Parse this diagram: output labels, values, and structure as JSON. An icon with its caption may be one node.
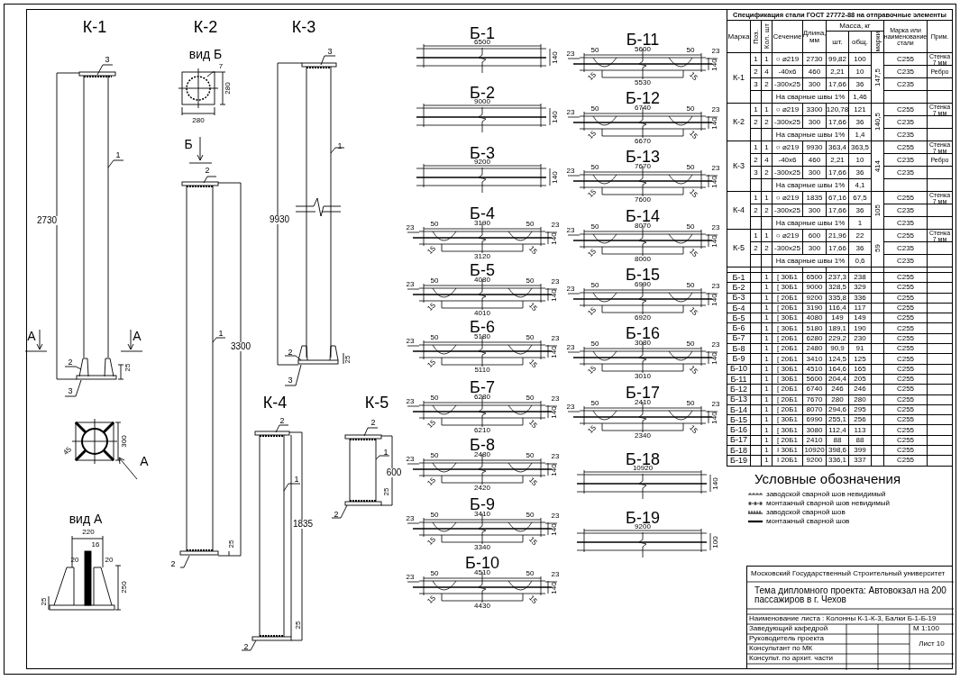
{
  "diagram": {
    "nodes": [
      {
        "text": [
          "Б-1",
          "6500",
          "140"
        ]
      },
      {
        "text": [
          "Б-2",
          "9000",
          "140"
        ]
      },
      {
        "text": [
          "Б-3",
          "9200",
          "140"
        ]
      },
      {
        "text": [
          "Б-4",
          "50",
          "3190",
          "50",
          "23",
          "23",
          "140",
          "15",
          "15",
          "3120"
        ]
      },
      {
        "text": [
          "Б-5",
          "50",
          "4080",
          "50",
          "23",
          "23",
          "140",
          "15",
          "15",
          "4010"
        ]
      },
      {
        "text": [
          "Б-6",
          "50",
          "5180",
          "50",
          "23",
          "23",
          "140",
          "15",
          "15",
          "5110"
        ]
      },
      {
        "text": [
          "Б-7",
          "50",
          "6280",
          "50",
          "23",
          "23",
          "140",
          "15",
          "15",
          "6210"
        ]
      },
      {
        "text": [
          "Б-8",
          "50",
          "2480",
          "50",
          "23",
          "23",
          "140",
          "15",
          "15",
          "2420"
        ]
      },
      {
        "text": [
          "Б-9",
          "50",
          "3410",
          "50",
          "23",
          "23",
          "140",
          "15",
          "15",
          "3340"
        ]
      },
      {
        "text": [
          "Б-10",
          "50",
          "4510",
          "50",
          "23",
          "23",
          "140",
          "15",
          "15",
          "4430"
        ]
      },
      {
        "text": [
          "Б-11",
          "50",
          "5600",
          "50",
          "23",
          "23",
          "140",
          "15",
          "15",
          "5530"
        ]
      },
      {
        "text": [
          "Б-12",
          "50",
          "6740",
          "50",
          "23",
          "23",
          "140",
          "15",
          "15",
          "6670"
        ]
      },
      {
        "text": [
          "Б-13",
          "50",
          "7670",
          "50",
          "23",
          "23",
          "140",
          "15",
          "15",
          "7600"
        ]
      },
      {
        "text": [
          "Б-14",
          "50",
          "8070",
          "50",
          "23",
          "23",
          "140",
          "15",
          "15",
          "8000"
        ]
      },
      {
        "text": [
          "Б-15",
          "50",
          "6990",
          "50",
          "23",
          "23",
          "140",
          "15",
          "15",
          "6920"
        ]
      },
      {
        "text": [
          "Б-16",
          "50",
          "3080",
          "50",
          "23",
          "23",
          "140",
          "15",
          "15",
          "3010"
        ]
      },
      {
        "text": [
          "Б-17",
          "50",
          "2410",
          "50",
          "23",
          "23",
          "140",
          "15",
          "15",
          "2340"
        ]
      },
      {
        "text": [
          "Б-18",
          "10920",
          "140"
        ]
      },
      {
        "text": [
          "Б-19",
          "9200",
          "100"
        ]
      }
    ],
    "labels": [
      "К-1",
      "3",
      "1",
      "2730",
      "А",
      "А",
      "2",
      "25",
      "3",
      "300",
      "45",
      "А",
      "вид А",
      "220",
      "16",
      "20",
      "20",
      "250",
      "25",
      "К-2",
      "вид Б",
      "7",
      "280",
      "280",
      "Б",
      "2",
      "1",
      "3300",
      "25",
      "2",
      "К-3",
      "3",
      "1",
      "9930",
      "2",
      "25",
      "3",
      "К-4",
      "2",
      "1",
      "1835",
      "25",
      "2",
      "К-5",
      "2",
      "1",
      "600",
      "25",
      "2",
      "Условные обозначения",
      "Спецификация стали ГОСТ 27772-88 на отправочные элементы",
      "Марка",
      "Поз.",
      "Кол. шт",
      "Сечение",
      "Длина, мм",
      "Масса, кг",
      "Марка или наименование стали",
      "Прим.",
      "шт.",
      "общ.",
      "марки",
      "К-1",
      "1",
      "1",
      "○ ⌀219",
      "2730",
      "99,82",
      "100",
      "147,5",
      "С255",
      "Стенка 7 мм",
      "2",
      "4",
      "-40x6",
      "460",
      "2,21",
      "10",
      "С235",
      "Ребро",
      "3",
      "2",
      "-300x25",
      "300",
      "17,66",
      "36",
      "С235",
      "На сварные швы 1%",
      "1,46",
      "К-2",
      "1",
      "1",
      "○ ⌀219",
      "3300",
      "120,78",
      "121",
      "140,5",
      "С255",
      "Стенка 7 мм",
      "2",
      "2",
      "-300x25",
      "300",
      "17,66",
      "36",
      "С235",
      "На сварные швы 1%",
      "1,4",
      "С235",
      "К-3",
      "1",
      "1",
      "○ ⌀219",
      "9930",
      "363,4",
      "363,5",
      "414",
      "С255",
      "Стенка 7 мм",
      "2",
      "4",
      "-40x6",
      "460",
      "2,21",
      "10",
      "С235",
      "Ребро",
      "3",
      "2",
      "-300x25",
      "300",
      "17,66",
      "36",
      "С235",
      "На сварные швы 1%",
      "4,1",
      "К-4",
      "1",
      "1",
      "○ ⌀219",
      "1835",
      "67,16",
      "67,5",
      "105",
      "С255",
      "Стенка 7 мм",
      "2",
      "2",
      "-300x25",
      "300",
      "17,66",
      "36",
      "С235",
      "На сварные швы 1%",
      "1",
      "С235",
      "К-5",
      "1",
      "1",
      "○ ⌀219",
      "600",
      "21,96",
      "22",
      "59",
      "С255",
      "Стенка 7 мм",
      "2",
      "2",
      "-300x25",
      "300",
      "17,66",
      "36",
      "С235",
      "На сварные швы 1%",
      "0,6",
      "С235",
      "Б-1",
      "1",
      "[ 30Б1",
      "6500",
      "237,3",
      "238",
      "С255",
      "Б-2",
      "1",
      "[ 30Б1",
      "9000",
      "328,5",
      "329",
      "С255",
      "Б-3",
      "1",
      "[ 20Б1",
      "9200",
      "335,8",
      "336",
      "С255",
      "Б-4",
      "1",
      "[ 20Б1",
      "3190",
      "116,4",
      "117",
      "С255",
      "Б-5",
      "1",
      "[ 30Б1",
      "4080",
      "149",
      "149",
      "С255",
      "Б-6",
      "1",
      "[ 30Б1",
      "5180",
      "189,1",
      "190",
      "С255",
      "Б-7",
      "1",
      "[ 20Б1",
      "6280",
      "229,2",
      "230",
      "С255",
      "Б-8",
      "1",
      "[ 20Б1",
      "2480",
      "90,9",
      "91",
      "С255",
      "Б-9",
      "1",
      "[ 20Б1",
      "3410",
      "124,5",
      "125",
      "С255",
      "Б-10",
      "1",
      "[ 30Б1",
      "4510",
      "164,6",
      "165",
      "С255",
      "Б-11",
      "1",
      "[ 30Б1",
      "5600",
      "204,4",
      "205",
      "С255",
      "Б-12",
      "1",
      "[ 20Б1",
      "6740",
      "246",
      "246",
      "С255",
      "Б-13",
      "1",
      "[ 20Б1",
      "7670",
      "280",
      "280",
      "С255",
      "Б-14",
      "1",
      "[ 20Б1",
      "8070",
      "294,6",
      "295",
      "С255",
      "Б-15",
      "1",
      "[ 30Б1",
      "6990",
      "255,1",
      "256",
      "С255",
      "Б-16",
      "1",
      "[ 30Б1",
      "3080",
      "112,4",
      "113",
      "С255",
      "Б-17",
      "1",
      "[ 20Б1",
      "2410",
      "88",
      "88",
      "С255",
      "Б-18",
      "1",
      "I 30Б1",
      "10920",
      "398,6",
      "399",
      "С255",
      "Б-19",
      "1",
      "I 20Б1",
      "9200",
      "336,1",
      "337",
      "С255",
      "Московский Государственный Строительный университет",
      "Тема дипломного проекта: Автовокзал на 200 пассажиров в г. Чехов",
      "Наименование листа : Колонны К-1-К-3, Балки Б-1-Б-19",
      "Заведующий кафедрой",
      "М 1:100",
      "Руководитель проекта",
      "Лист 10",
      "Консультант по МК",
      "Консульт. по архит. части"
    ],
    "legend": [
      {
        "text": "заводской сварной шов невидимый"
      },
      {
        "text": "монтажный сварной шов невидимый"
      },
      {
        "text": "заводской сварной шов"
      },
      {
        "text": "монтажный сварной шов"
      }
    ]
  }
}
